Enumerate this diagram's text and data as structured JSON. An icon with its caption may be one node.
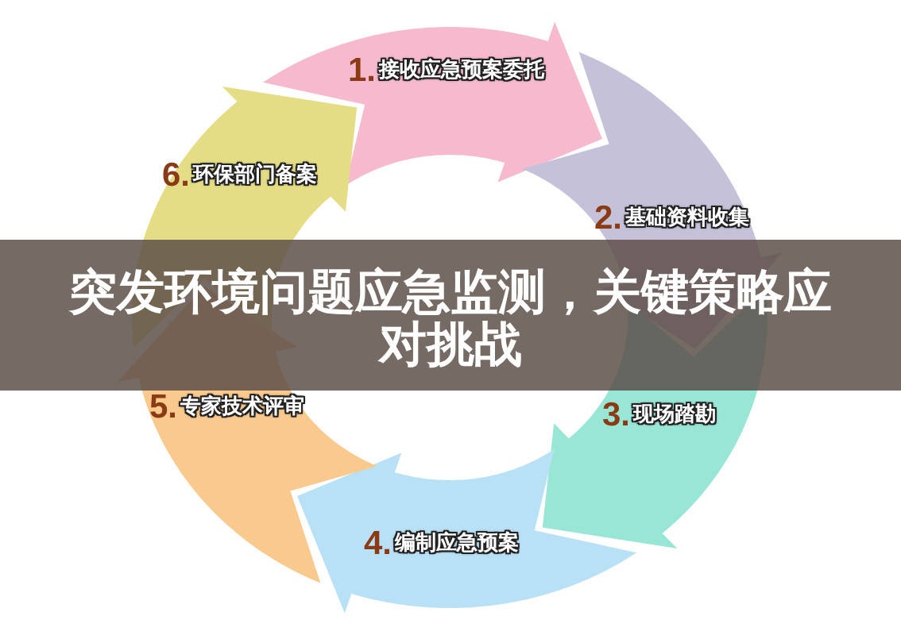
{
  "diagram": {
    "title": "突发环境问题应急监测，关键策略应对挑战",
    "nodes": [
      {
        "text": [
          "1.",
          "接收应急预案委托"
        ]
      },
      {
        "text": [
          "2.",
          "基础资料收集"
        ]
      },
      {
        "text": [
          "3.",
          "现场踏勘"
        ]
      },
      {
        "text": [
          "4.",
          "编制应急预案"
        ]
      },
      {
        "text": [
          "5.",
          "专家技术评审"
        ]
      },
      {
        "text": [
          "6.",
          "环保部门备案"
        ]
      }
    ]
  }
}
